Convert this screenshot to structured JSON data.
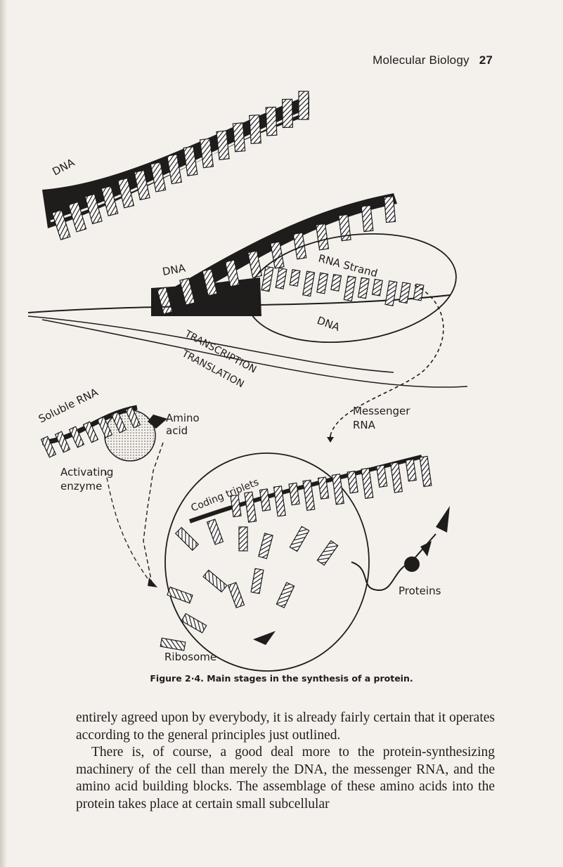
{
  "header": {
    "section_title": "Molecular Biology",
    "page_number": "27"
  },
  "figure": {
    "labels": {
      "dna_top": "DNA",
      "dna_middle": "DNA",
      "rna_strand": "RNA Strand",
      "dna_inner": "DNA",
      "transcription": "TRANSCRIPTION",
      "translation": "TRANSLATION",
      "soluble_rna": "Soluble RNA",
      "amino_acid_1": "Amino",
      "amino_acid_2": "acid",
      "messenger_rna_1": "Messenger",
      "messenger_rna_2": "RNA",
      "activating_enzyme_1": "Activating",
      "activating_enzyme_2": "enzyme",
      "coding_triplets": "Coding triplets",
      "proteins": "Proteins",
      "ribosome": "Ribosome"
    },
    "caption": "Figure 2·4. Main stages in the synthesis of a protein."
  },
  "body": {
    "paragraphs": [
      "entirely agreed upon by everybody, it is already fairly certain that it operates according to the general principles just outlined.",
      "There is, of course, a good deal more to the protein-synthesizing machinery of the cell than merely the DNA, the messenger RNA, and the amino acid building blocks. The assemblage of these amino acids into the protein takes place at certain small subcellular"
    ]
  }
}
